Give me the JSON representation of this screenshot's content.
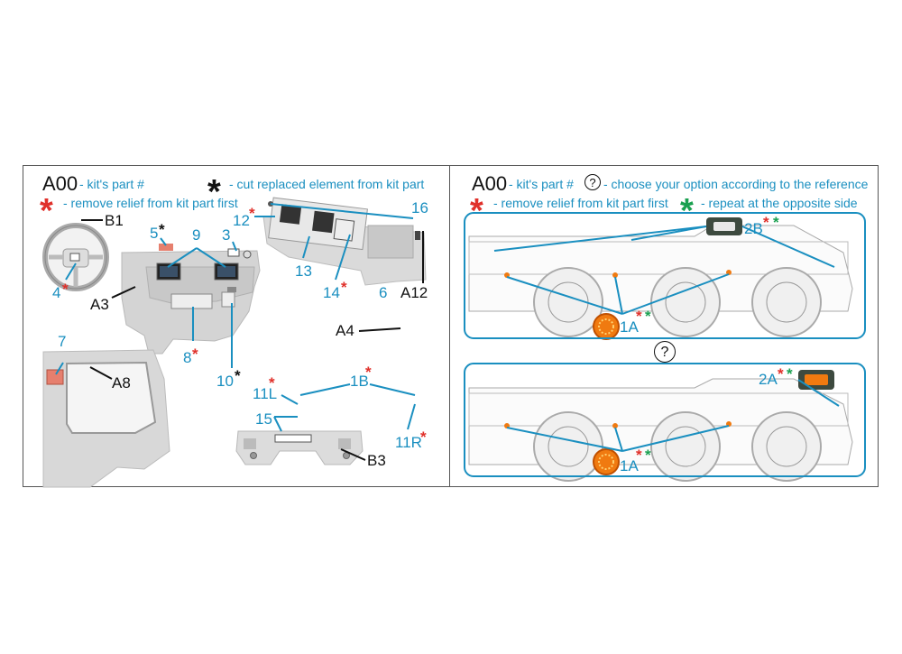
{
  "left_panel": {
    "code": "A00",
    "kit_part_text": "- kit's part #",
    "cut_text": "- cut replaced element from kit part",
    "remove_text": "- remove relief from kit part first",
    "labels": {
      "b1": "B1",
      "n5": "5",
      "n9": "9",
      "n3": "3",
      "n4": "4",
      "a3": "A3",
      "n8": "8",
      "n10": "10",
      "n7": "7",
      "a8": "A8",
      "n12": "12",
      "n16": "16",
      "n13": "13",
      "n14": "14",
      "n6": "6",
      "a12": "A12",
      "a4": "A4",
      "n11l": "11L",
      "n1b": "1B",
      "n15": "15",
      "n11r": "11R",
      "b3": "B3"
    }
  },
  "right_panel": {
    "code": "A00",
    "kit_part_text": "- kit's part #",
    "q_symbol": "?",
    "choose_text": "- choose your option according to the reference",
    "remove_text": "- remove relief from kit part first",
    "repeat_text": "- repeat at the opposite side",
    "top_label_2b": "2B",
    "top_label_1a": "1A",
    "bottom_label_2a": "2A",
    "bottom_label_1a": "1A"
  },
  "symbols": {
    "asterisk": "*"
  },
  "colors": {
    "cyan": "#1a8fc0",
    "red": "#e0302a",
    "green": "#1aa050",
    "orange": "#f07a10",
    "part_gray": "#d4d4d4"
  }
}
